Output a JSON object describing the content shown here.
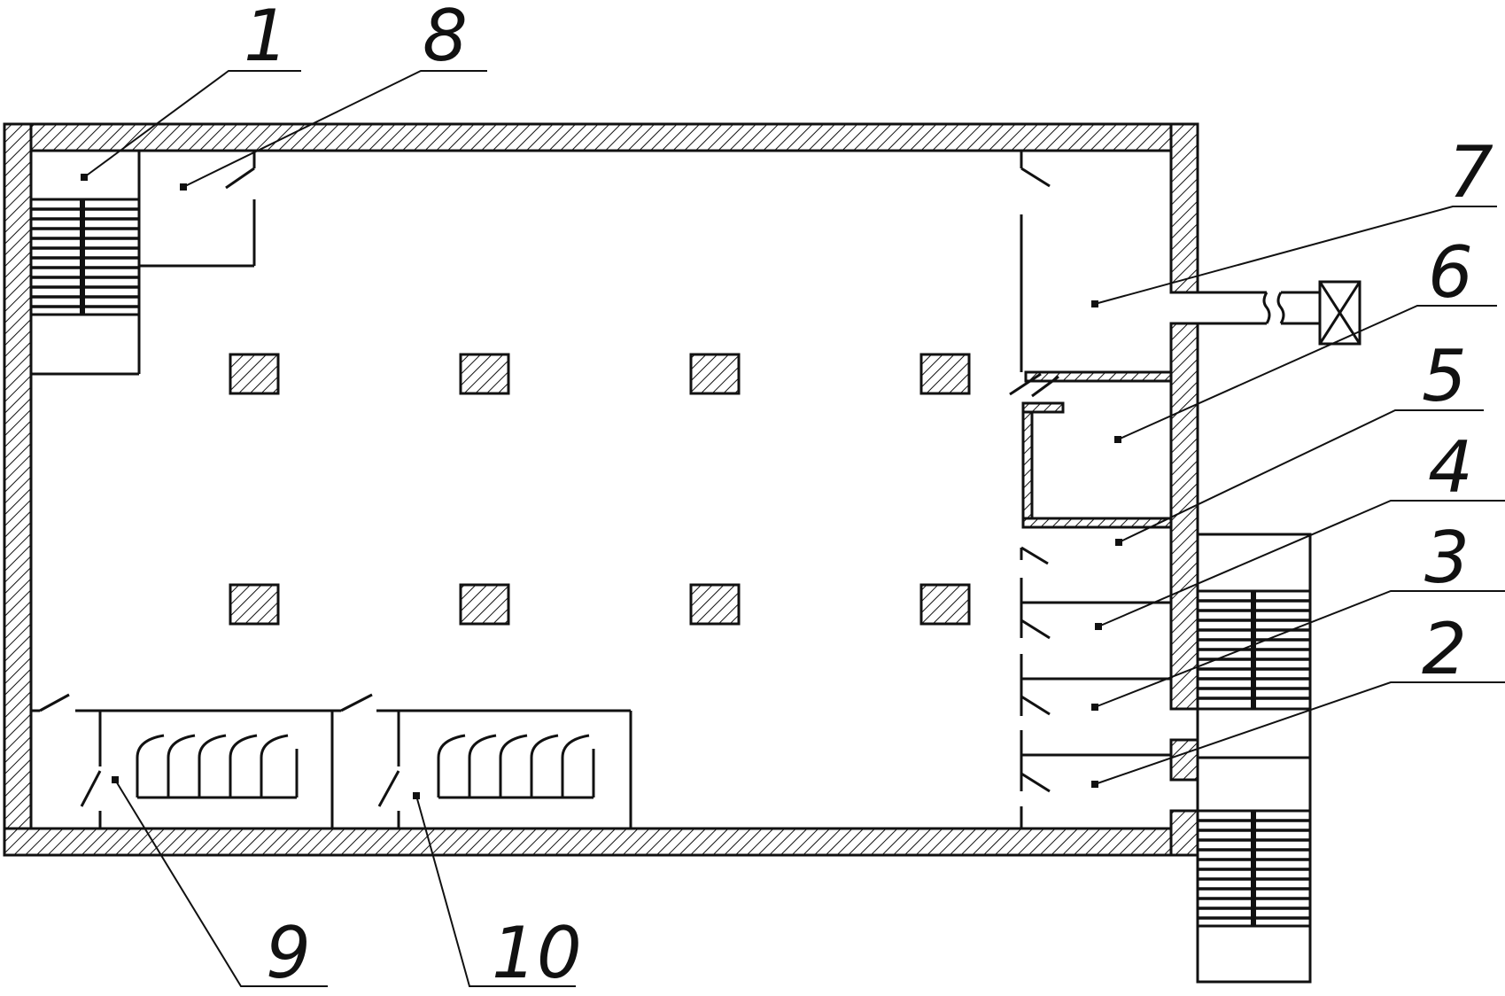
{
  "labels": {
    "l1": "1",
    "l2": "2",
    "l3": "3",
    "l4": "4",
    "l5": "5",
    "l6": "6",
    "l7": "7",
    "l8": "8",
    "l9": "9",
    "l10": "10"
  },
  "colors": {
    "line": "#111111",
    "hatch": "#111111",
    "background": "#ffffff"
  }
}
